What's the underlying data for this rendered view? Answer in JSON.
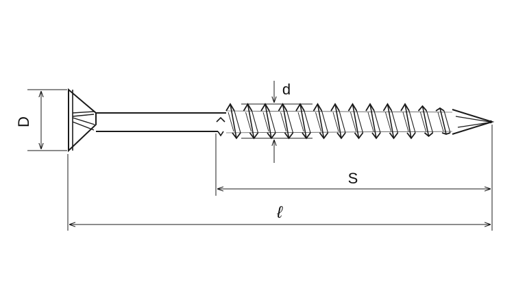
{
  "diagram": {
    "labels": {
      "head_diameter": "D",
      "thread_diameter": "d",
      "thread_length": "S",
      "total_length": "ℓ"
    },
    "colors": {
      "line": "#1a1a1a",
      "background": "#ffffff"
    }
  }
}
